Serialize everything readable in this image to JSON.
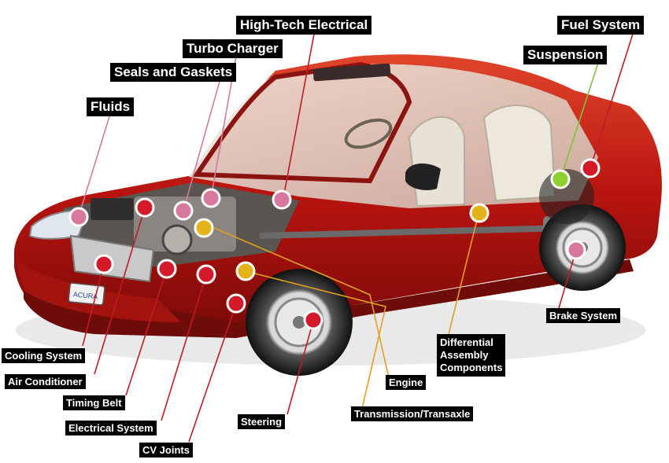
{
  "labels": {
    "high_tech_electrical": "High-Tech Electrical",
    "turbo_charger": "Turbo Charger",
    "seals_and_gaskets": "Seals and Gaskets",
    "fluids": "Fluids",
    "fuel_system": "Fuel System",
    "suspension": "Suspension",
    "brake_system": "Brake System",
    "differential_assembly_components": "Differential\nAssembly\nComponents",
    "engine": "Engine",
    "transmission_transaxle": "Transmission/Transaxle",
    "steering": "Steering",
    "cooling_system": "Cooling System",
    "air_conditioner": "Air Conditioner",
    "timing_belt": "Timing Belt",
    "electrical_system": "Electrical System",
    "cv_joints": "CV Joints"
  },
  "colors": {
    "label_bg": "#000000",
    "label_text": "#ffffff",
    "marker_red": "#d41a2a",
    "marker_pink": "#d8789c",
    "marker_yellow": "#e6b21a",
    "marker_green": "#8ed12e",
    "line_red": "#c01a2a",
    "line_pink": "#d07ca0",
    "line_orange": "#e0a020",
    "line_green": "#7cc43a",
    "car_body": "#b8140f"
  },
  "license_plate_text": "ACURA"
}
